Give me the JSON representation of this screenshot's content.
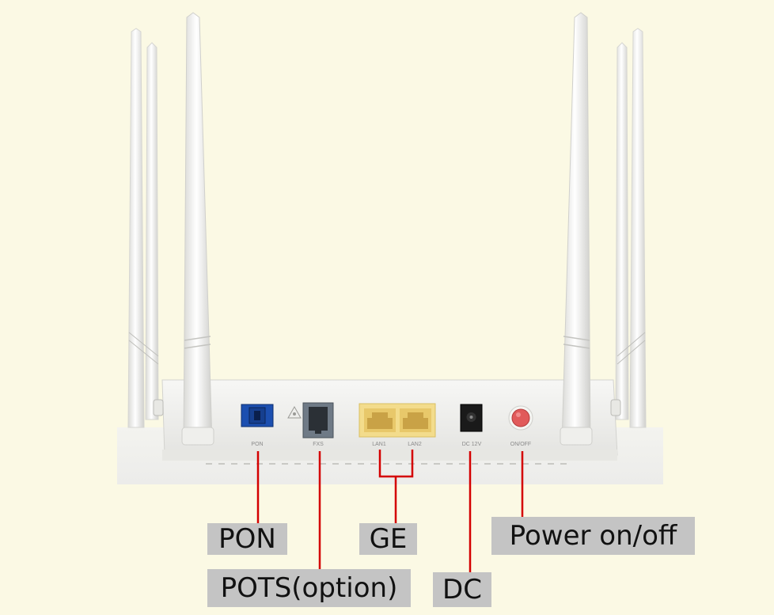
{
  "image": {
    "subject": "router-rear-panel",
    "background_color": "#fbf9e4",
    "leader_line_color": "#d40000",
    "callout_background_color": "#c4c4c4"
  },
  "ports": [
    {
      "id": "pon",
      "printed_label": "PON",
      "color": "#1c4fb0"
    },
    {
      "id": "fxs",
      "printed_label": "FXS",
      "color": "#6f7a86"
    },
    {
      "id": "lan1",
      "printed_label": "LAN1",
      "color": "#f3dc8c"
    },
    {
      "id": "lan2",
      "printed_label": "LAN2",
      "color": "#f3dc8c"
    },
    {
      "id": "dc",
      "printed_label": "DC 12V",
      "color": "#1a1a1a"
    },
    {
      "id": "power",
      "printed_label": "ON/OFF",
      "color": "#e15a5a"
    }
  ],
  "callouts": {
    "pon": "PON",
    "pots": "POTS(option)",
    "ge": "GE",
    "dc": "DC",
    "power": "Power on/off"
  }
}
